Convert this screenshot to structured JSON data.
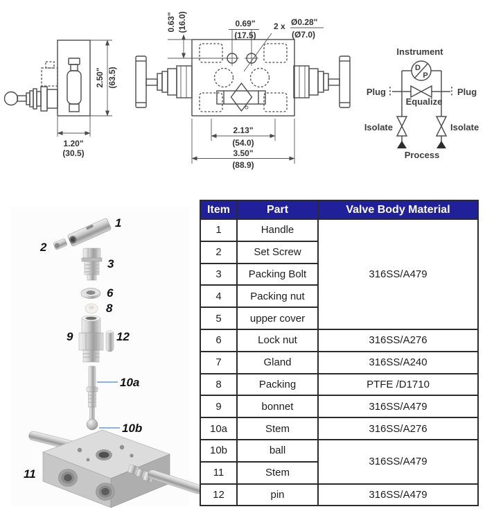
{
  "colors": {
    "table_header_bg": "#20209a",
    "leader_line": "#8ab5d8",
    "drawing_line": "#4a4a4a"
  },
  "dimensions": {
    "side_view": {
      "height_in": "2.50\"",
      "height_mm": "(63.5)",
      "width_in": "1.20\"",
      "width_mm": "(30.5)"
    },
    "front_view": {
      "hole_offset_in": "0.63\"",
      "hole_offset_mm": "(16.0)",
      "hole_spacing_in": "0.69\"",
      "hole_spacing_mm": "(17.5)",
      "hole_count": "2 x",
      "hole_dia_in": "Ø0.28\"",
      "hole_dia_mm": "(Ø7.0)",
      "port_spacing_in": "2.13\"",
      "port_spacing_mm": "(54.0)",
      "width_in": "3.50\"",
      "width_mm": "(88.9)"
    }
  },
  "schematic": {
    "instrument": "Instrument",
    "dp_top": "D",
    "dp_bottom": "P",
    "plug_left": "Plug",
    "plug_right": "Plug",
    "equalize": "Equalize",
    "isolate_left": "Isolate",
    "isolate_right": "Isolate",
    "process": "Process"
  },
  "exploded": {
    "label_1": "1",
    "label_2": "2",
    "label_3": "3",
    "label_6": "6",
    "label_8": "8",
    "label_9": "9",
    "label_12": "12",
    "label_10a": "10a",
    "label_10b": "10b",
    "label_11": "11"
  },
  "table": {
    "headers": [
      "Item",
      "Part",
      "Valve Body Material"
    ],
    "rows": [
      {
        "item": "1",
        "part": "Handle",
        "material": "316SS/A479",
        "rowspan": 5
      },
      {
        "item": "2",
        "part": "Set Screw"
      },
      {
        "item": "3",
        "part": "Packing Bolt"
      },
      {
        "item": "4",
        "part": "Packing nut"
      },
      {
        "item": "5",
        "part": "upper cover"
      },
      {
        "item": "6",
        "part": "Lock nut",
        "material": "316SS/A276",
        "rowspan": 1
      },
      {
        "item": "7",
        "part": "Gland",
        "material": "316SS/A240",
        "rowspan": 1
      },
      {
        "item": "8",
        "part": "Packing",
        "material": "PTFE /D1710",
        "rowspan": 1
      },
      {
        "item": "9",
        "part": "bonnet",
        "material": "316SS/A479",
        "rowspan": 1
      },
      {
        "item": "10a",
        "part": "Stem",
        "material": "316SS/A276",
        "rowspan": 1
      },
      {
        "item": "10b",
        "part": "ball",
        "material": "316SS/A479",
        "rowspan": 2
      },
      {
        "item": "11",
        "part": "Stem"
      },
      {
        "item": "12",
        "part": "pin",
        "material": "316SS/A479",
        "rowspan": 1
      }
    ]
  }
}
